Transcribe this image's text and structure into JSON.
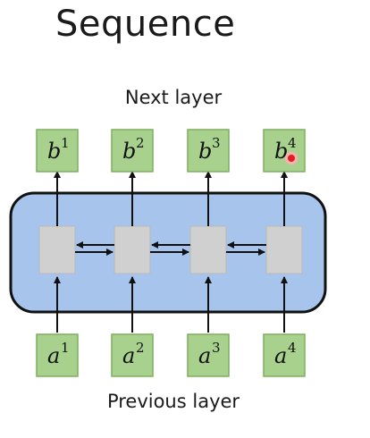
{
  "slide": {
    "title": "Sequence",
    "top_label": "Next layer",
    "bottom_label": "Previous layer"
  },
  "outputs": [
    {
      "base": "b",
      "sup": "1"
    },
    {
      "base": "b",
      "sup": "2"
    },
    {
      "base": "b",
      "sup": "3"
    },
    {
      "base": "b",
      "sup": "4"
    }
  ],
  "inputs": [
    {
      "base": "a",
      "sup": "1"
    },
    {
      "base": "a",
      "sup": "2"
    },
    {
      "base": "a",
      "sup": "3"
    },
    {
      "base": "a",
      "sup": "4"
    }
  ],
  "colors": {
    "vector_fill": "#a9d18e",
    "vector_stroke": "#7fae5e",
    "layer_fill": "#a7c4ec",
    "layer_stroke": "#111111",
    "cell_fill": "#d0d0d0",
    "pointer_red": "#e02020"
  },
  "cursor": {
    "icon": "laser-pointer-icon"
  }
}
